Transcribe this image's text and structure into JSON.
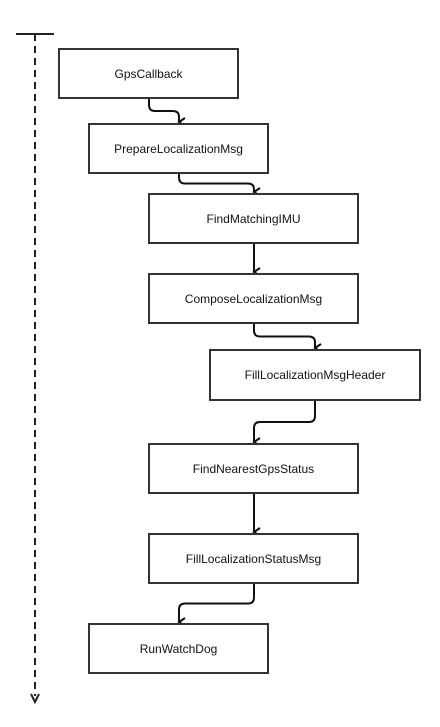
{
  "diagram": {
    "nodes": [
      {
        "id": "n1",
        "label": "GpsCallback"
      },
      {
        "id": "n2",
        "label": "PrepareLocalizationMsg"
      },
      {
        "id": "n3",
        "label": "FindMatchingIMU"
      },
      {
        "id": "n4",
        "label": "ComposeLocalizationMsg"
      },
      {
        "id": "n5",
        "label": "FillLocalizationMsgHeader"
      },
      {
        "id": "n6",
        "label": "FindNearestGpsStatus"
      },
      {
        "id": "n7",
        "label": "FillLocalizationStatusMsg"
      },
      {
        "id": "n8",
        "label": "RunWatchDog"
      }
    ],
    "edges": [
      {
        "from": "n1",
        "to": "n2"
      },
      {
        "from": "n2",
        "to": "n3"
      },
      {
        "from": "n3",
        "to": "n4"
      },
      {
        "from": "n4",
        "to": "n5"
      },
      {
        "from": "n5",
        "to": "n6"
      },
      {
        "from": "n6",
        "to": "n7"
      },
      {
        "from": "n7",
        "to": "n8"
      }
    ],
    "timeline": {
      "style": "dashed",
      "direction": "down"
    },
    "colors": {
      "stroke": "#333333",
      "text": "#111111",
      "background": "#ffffff"
    }
  }
}
